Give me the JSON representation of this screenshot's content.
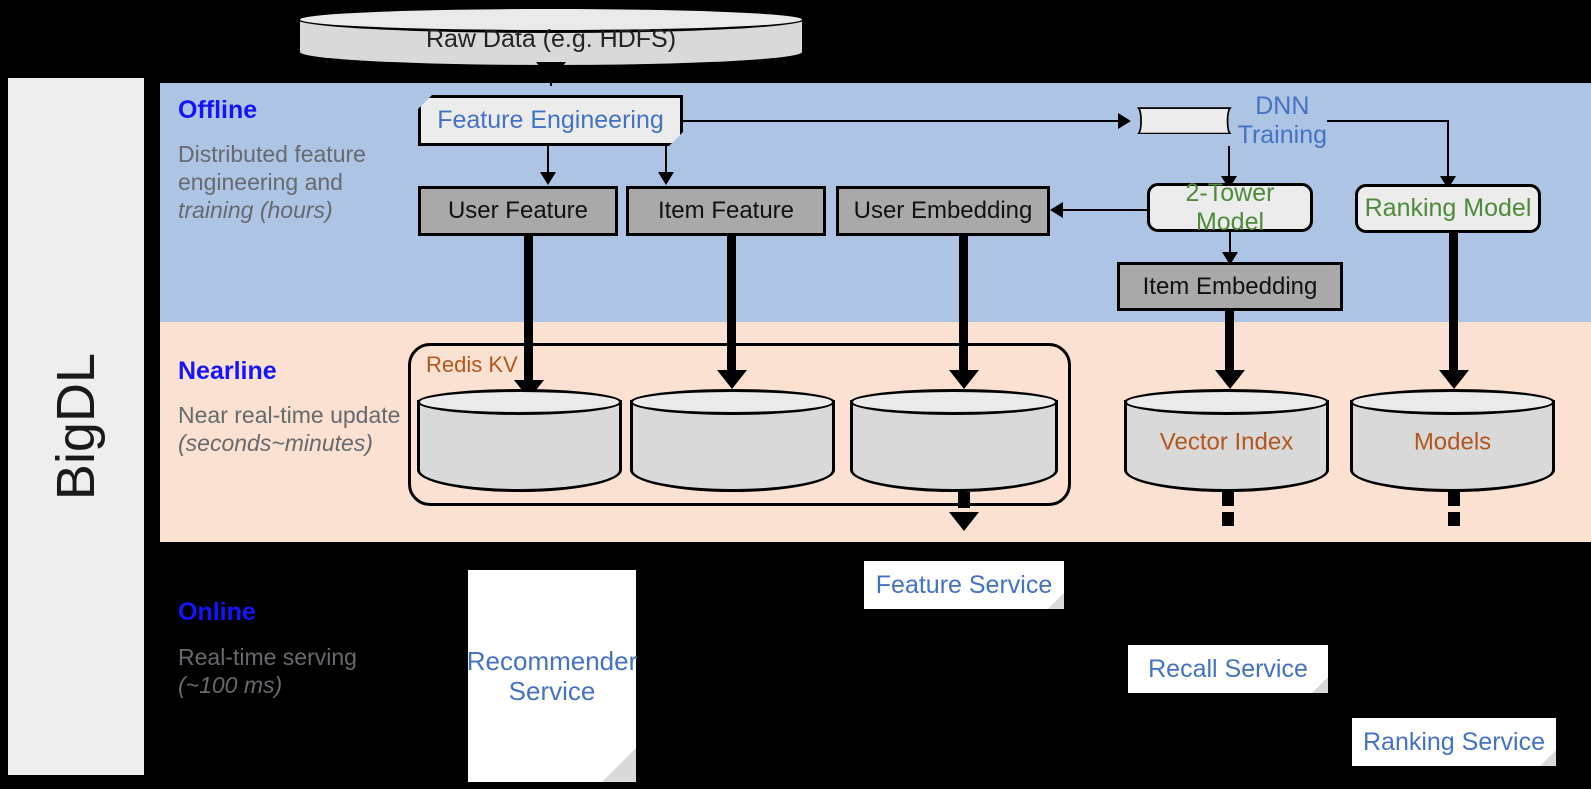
{
  "sidebar": {
    "label": "BigDL"
  },
  "sections": {
    "offline": {
      "title": "Offline",
      "subtitle": "Distributed feature engineering and ",
      "subtitle_em": "training (hours)"
    },
    "nearline": {
      "title": "Nearline",
      "subtitle": "Near real-time update ",
      "subtitle_em": "(seconds~minutes)"
    },
    "online": {
      "title": "Online",
      "subtitle": "Real-time serving ",
      "subtitle_em": "(~100 ms)"
    }
  },
  "nodes": {
    "raw_data": "Raw Data (e.g. HDFS)",
    "feature_engineering": "Feature Engineering",
    "dnn_training": "DNN Training",
    "user_feature": "User Feature",
    "item_feature": "Item Feature",
    "user_embedding": "User Embedding",
    "two_tower_model": "2-Tower Model",
    "ranking_model": "Ranking Model",
    "item_embedding": "Item Embedding",
    "redis_kv": "Redis KV",
    "vector_index": "Vector Index",
    "models": "Models",
    "recommender_service": "Recommender Service",
    "feature_service": "Feature Service",
    "recall_service": "Recall Service",
    "ranking_service": "Ranking Service"
  },
  "colors": {
    "offline_band": "#aec4e4",
    "nearline_band": "#fae1d1",
    "online_band": "#000000",
    "section_title": "#1414ff",
    "section_subtitle": "#666a6e",
    "process_blue": "#4472c4",
    "process_green": "#4f8a3b",
    "storage_gray": "#a9a9a9",
    "cylinder_label": "#b4561c",
    "sidebar_bg": "#eeeeee"
  }
}
